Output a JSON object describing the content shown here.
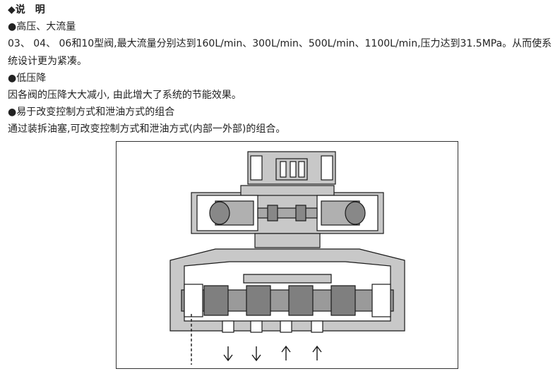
{
  "heading": "◆说　明",
  "sections": [
    {
      "title": "●高压、大流量",
      "body": "03、 04、 06和10型阀,最大流量分别达到160L/min、300L/min、500L/min、1100L/min,压力达到31.5MPa。从而使系统设计更为紧凑。"
    },
    {
      "title": "●低压降",
      "body": "因各阀的压降大大减小, 由此增大了系统的节能效果。"
    },
    {
      "title": "●易于改变控制方式和泄油方式的组合",
      "body": "通过装拆油塞,可改变控制方式和泄油方式(内部一外部)的组合。"
    }
  ],
  "figure": {
    "icon": "solenoid-pilot-operated-directional-valve-cross-section",
    "colors": {
      "body": "#c8c8c8",
      "outline": "#1a1a1a",
      "channel": "#ffffff"
    }
  }
}
